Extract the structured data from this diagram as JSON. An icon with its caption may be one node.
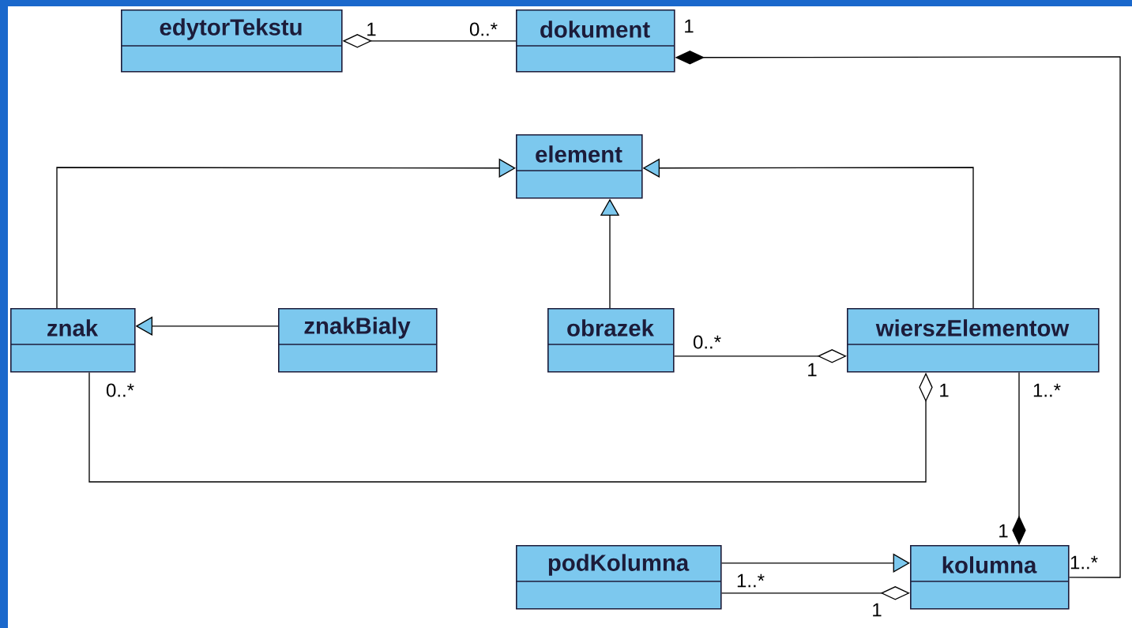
{
  "diagram": {
    "nodes": [
      {
        "text": [
          "edytorTekstu"
        ]
      },
      {
        "text": [
          "dokument"
        ]
      },
      {
        "text": [
          "element"
        ]
      },
      {
        "text": [
          "znak"
        ]
      },
      {
        "text": [
          "znakBialy"
        ]
      },
      {
        "text": [
          "obrazek"
        ]
      },
      {
        "text": [
          "wierszElementow"
        ]
      },
      {
        "text": [
          "podKolumna"
        ]
      },
      {
        "text": [
          "kolumna"
        ]
      }
    ],
    "edges": [
      {
        "from": 1,
        "to": 0,
        "arrow": "other"
      },
      {
        "from": 8,
        "to": 1,
        "arrow": "other"
      },
      {
        "from": 3,
        "to": 2,
        "arrow": "to"
      },
      {
        "from": 5,
        "to": 2,
        "arrow": "to"
      },
      {
        "from": 6,
        "to": 2,
        "arrow": "to"
      },
      {
        "from": 4,
        "to": 3,
        "arrow": "to"
      },
      {
        "from": 5,
        "to": 6,
        "arrow": "other"
      },
      {
        "from": 3,
        "to": 6,
        "arrow": "other"
      },
      {
        "from": 6,
        "to": 8,
        "arrow": "other"
      },
      {
        "from": 7,
        "to": 8,
        "arrow": "to"
      },
      {
        "from": 7,
        "to": 8,
        "arrow": "other"
      }
    ],
    "labels": [
      "1",
      "0..*",
      "1",
      "0..*",
      "1",
      "0..*",
      "1",
      "1..*",
      "1",
      "1..*",
      "1..*",
      "1"
    ]
  }
}
